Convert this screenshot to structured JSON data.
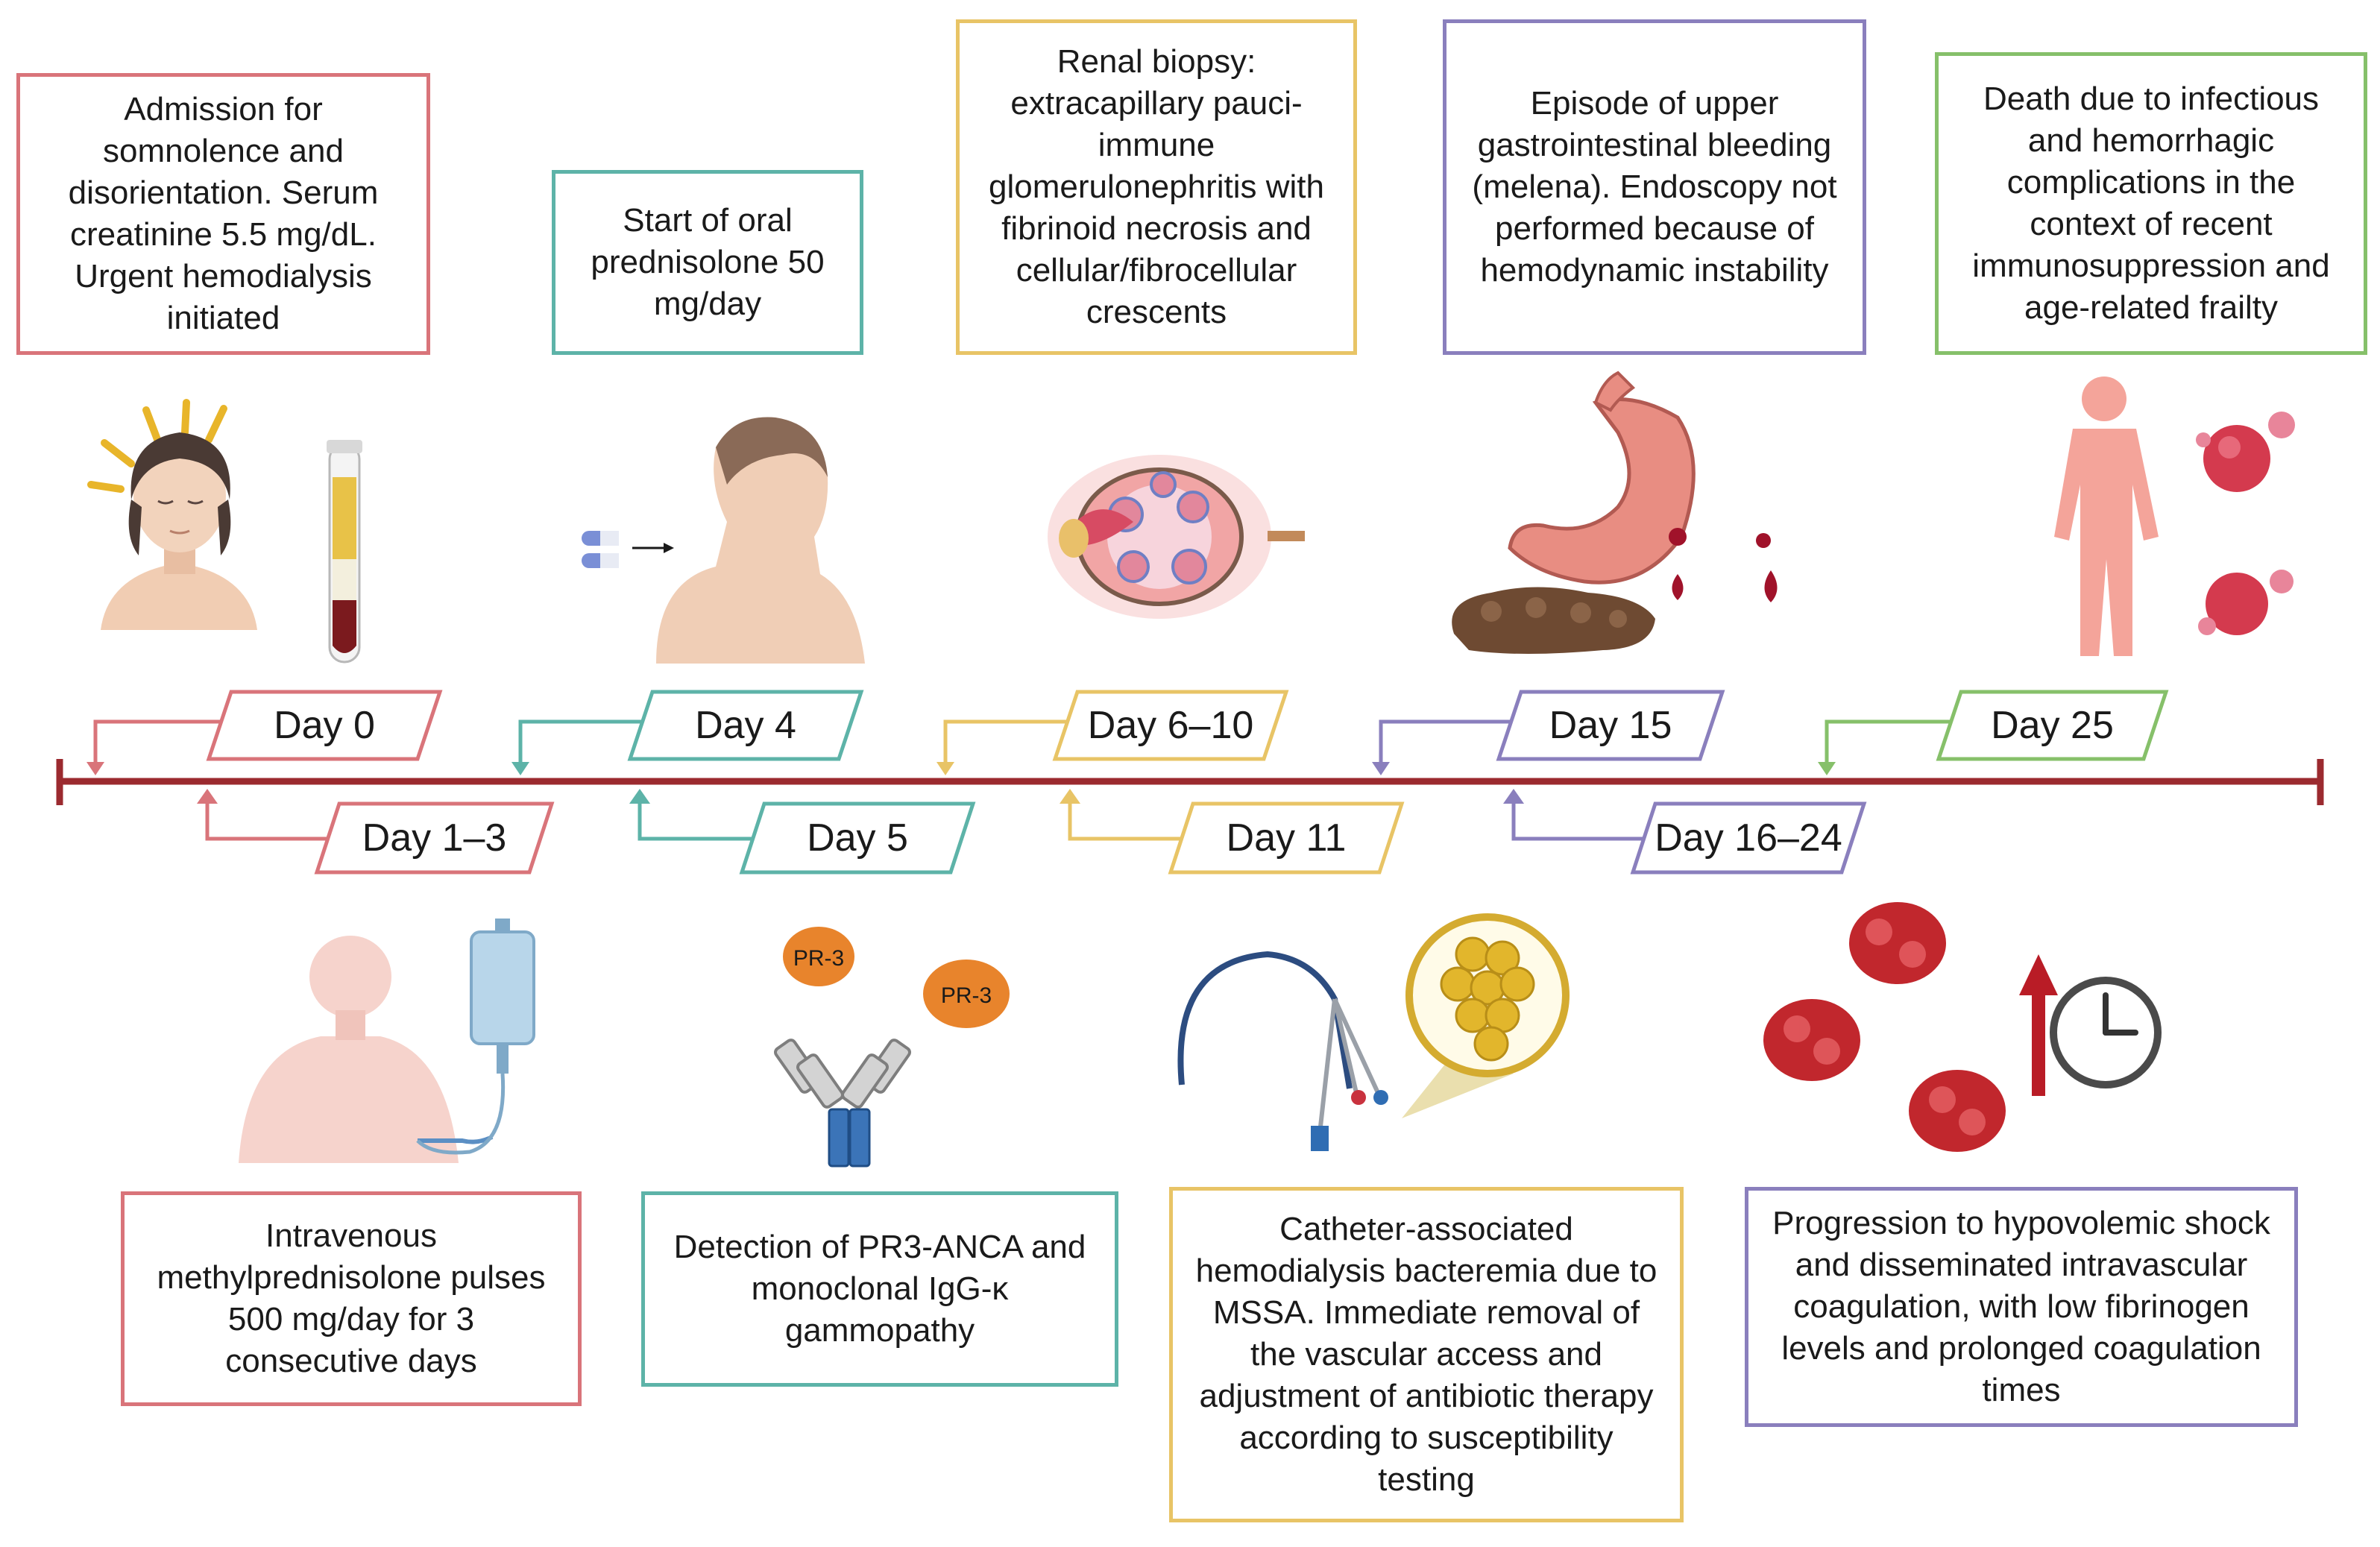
{
  "colors": {
    "red": "#d9747a",
    "teal": "#5db3a8",
    "yellow": "#e8c466",
    "purple": "#8a7fbd",
    "green": "#86c06a",
    "axis": "#9b2a2f"
  },
  "top_events": [
    {
      "day": "Day 0",
      "text": "Admission for somnolence and disorientation. Serum creatinine 5.5 mg/dL. Urgent hemodialysis initiated",
      "color": "red"
    },
    {
      "day": "Day 4",
      "text": "Start of oral prednisolone 50 mg/day",
      "color": "teal"
    },
    {
      "day": "Day 6–10",
      "text": "Renal biopsy: extracapillary pauci-immune glomerulonephritis with fibrinoid necrosis and cellular/fibrocellular crescents",
      "color": "yellow"
    },
    {
      "day": "Day 15",
      "text": "Episode of upper gastrointestinal bleeding (melena). Endoscopy not performed because of hemodynamic instability",
      "color": "purple"
    },
    {
      "day": "Day 25",
      "text": "Death due to infectious and hemorrhagic complications in the context of recent immunosuppression and age-related frailty",
      "color": "green"
    }
  ],
  "bottom_events": [
    {
      "day": "Day 1–3",
      "text": "Intravenous methylprednisolone pulses 500 mg/day for 3 consecutive days",
      "color": "red"
    },
    {
      "day": "Day 5",
      "text": "Detection of PR3-ANCA and monoclonal IgG-κ gammopathy",
      "color": "teal"
    },
    {
      "day": "Day 11",
      "text": "Catheter-associated hemodialysis bacteremia due to MSSA. Immediate removal of the vascular access and adjustment of antibiotic therapy according to susceptibility testing",
      "color": "yellow"
    },
    {
      "day": "Day 16–24",
      "text": "Progression to hypovolemic shock and disseminated intravascular coagulation, with low fibrinogen levels and prolonged coagulation times",
      "color": "purple"
    }
  ],
  "antigen_labels": [
    "PR-3",
    "PR-3"
  ],
  "icons": [
    "patient-headache-icon",
    "blood-tube-icon",
    "oral-pill-icon",
    "kidney-biopsy-icon",
    "bleeding-stomach-icon",
    "melena-stool-icon",
    "body-death-icon",
    "blood-clot-icon",
    "iv-patient-icon",
    "iv-bag-icon",
    "antibody-icon",
    "pr3-antigen-icon",
    "catheter-icon",
    "staph-bacteria-icon",
    "clot-cluster-icon",
    "up-arrow-icon",
    "clock-icon"
  ]
}
